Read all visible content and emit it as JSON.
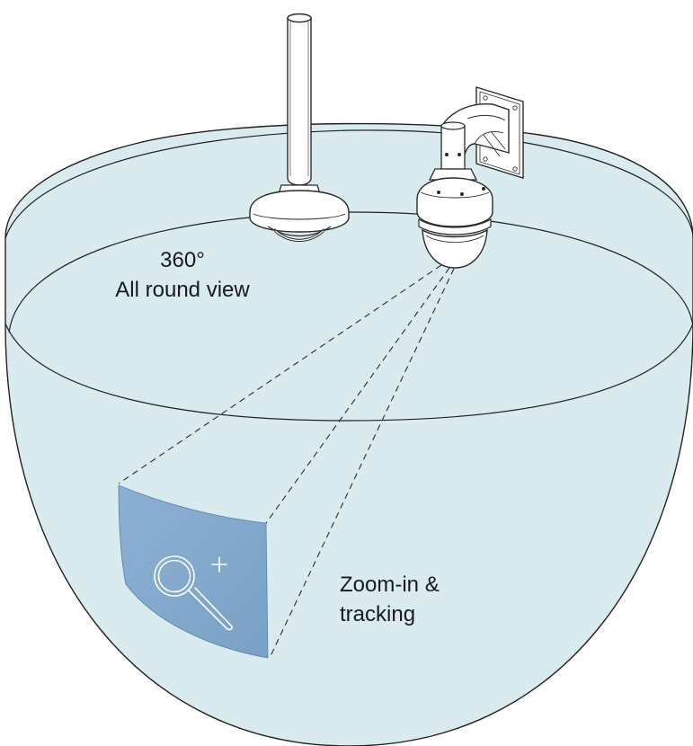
{
  "labels": {
    "panoramic_degrees": "360°",
    "panoramic_caption": "All round view",
    "zoom_line1": "Zoom-in &",
    "zoom_line2": "tracking"
  },
  "icons": {
    "zoom_icon": "magnifier-plus-icon"
  },
  "colors": {
    "dome_fill": "#d9ebef",
    "dome_stroke": "#222222",
    "zoom_panel": "#7fa5c9",
    "icon_stroke": "#ffffff",
    "camera_body": "#ffffff",
    "camera_stroke": "#2a2a2a"
  }
}
